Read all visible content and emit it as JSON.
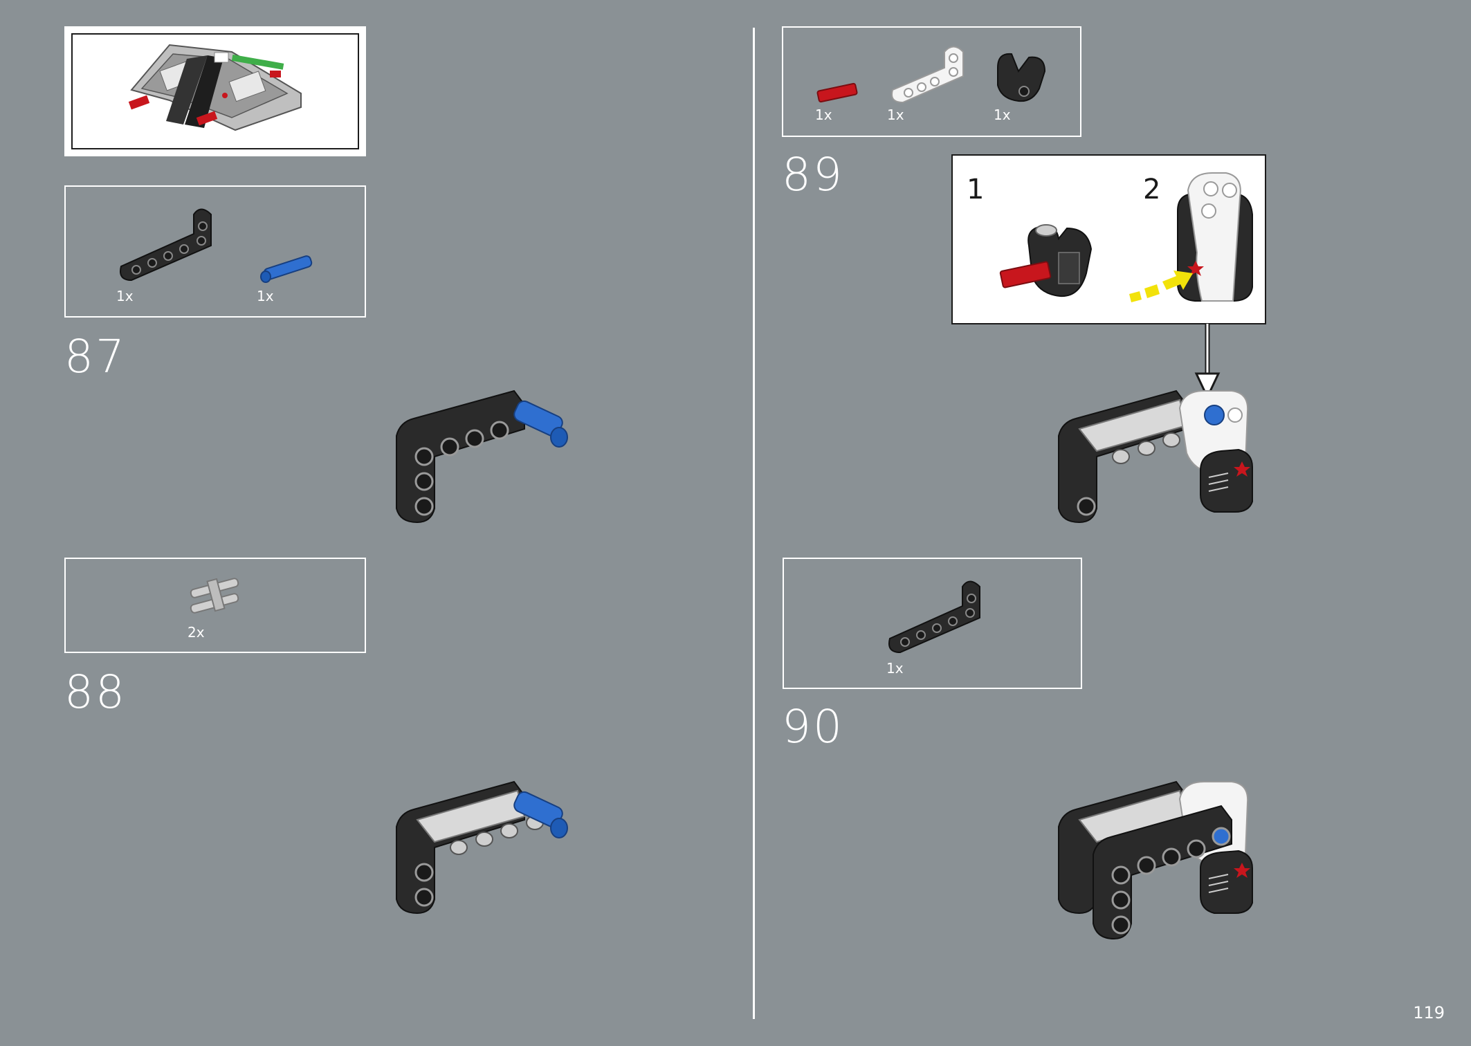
{
  "page": {
    "number": "119"
  },
  "steps": [
    {
      "number": "87",
      "parts": [
        {
          "qty": "1x",
          "part": "beam-l-black-icon"
        },
        {
          "qty": "1x",
          "part": "pin-blue-icon"
        }
      ]
    },
    {
      "number": "88",
      "parts": [
        {
          "qty": "2x",
          "part": "pin-double-grey-icon"
        }
      ]
    },
    {
      "number": "89",
      "parts": [
        {
          "qty": "1x",
          "part": "axle-red-icon"
        },
        {
          "qty": "1x",
          "part": "beam-l-white-icon"
        },
        {
          "qty": "1x",
          "part": "connector-black-icon"
        }
      ],
      "callout": {
        "substeps": [
          "1",
          "2"
        ]
      }
    },
    {
      "number": "90",
      "parts": [
        {
          "qty": "1x",
          "part": "beam-l-black-icon"
        }
      ]
    }
  ],
  "colors": {
    "background": "#8a9195",
    "black_part": "#2a2a2a",
    "blue_part": "#2f6fd0",
    "red_part": "#c8161d",
    "arrow": "#f2e20a",
    "green_part": "#3fae49"
  }
}
